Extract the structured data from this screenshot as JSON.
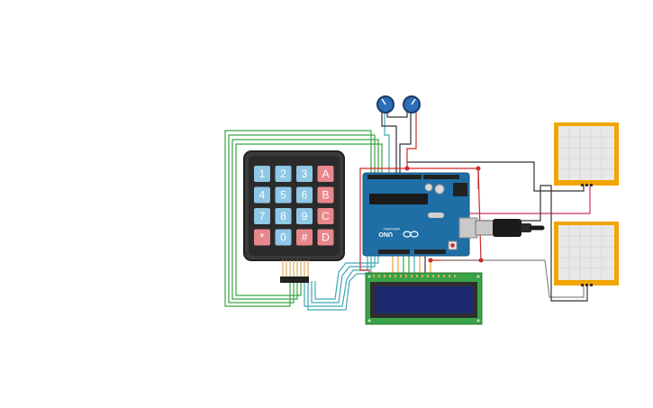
{
  "keypad": {
    "keys": [
      [
        "1",
        "2",
        "3",
        "A"
      ],
      [
        "4",
        "5",
        "6",
        "B"
      ],
      [
        "7",
        "8",
        "9",
        "C"
      ],
      [
        "*",
        "0",
        "#",
        "D"
      ]
    ]
  },
  "arduino": {
    "model_label": "UNO",
    "brand_label": "ARDUINO"
  },
  "colors": {
    "background": "#ffffff",
    "keypad_body": "#3a3a3a",
    "digit_key": "#8fc7e6",
    "letter_key": "#e8878c",
    "arduino_board": "#1f6fa6",
    "lcd_board": "#3aa346",
    "lcd_screen": "#1b2a6e",
    "plotter_frame": "#f0a500",
    "plotter_screen": "#e8e8e8",
    "knob": "#2a6fb8",
    "wire_green": "#3aa346",
    "wire_red": "#cc2a2a",
    "wire_black": "#333333",
    "wire_teal": "#3fa7b5",
    "wire_orange": "#e8a13a",
    "wire_magenta": "#c8326a",
    "wire_gray": "#888888"
  },
  "components": {
    "potentiometers": [
      "knob-icon",
      "knob-icon"
    ],
    "usb_cable": "usb-plug-icon",
    "plotters": [
      "graph-panel",
      "graph-panel"
    ]
  }
}
